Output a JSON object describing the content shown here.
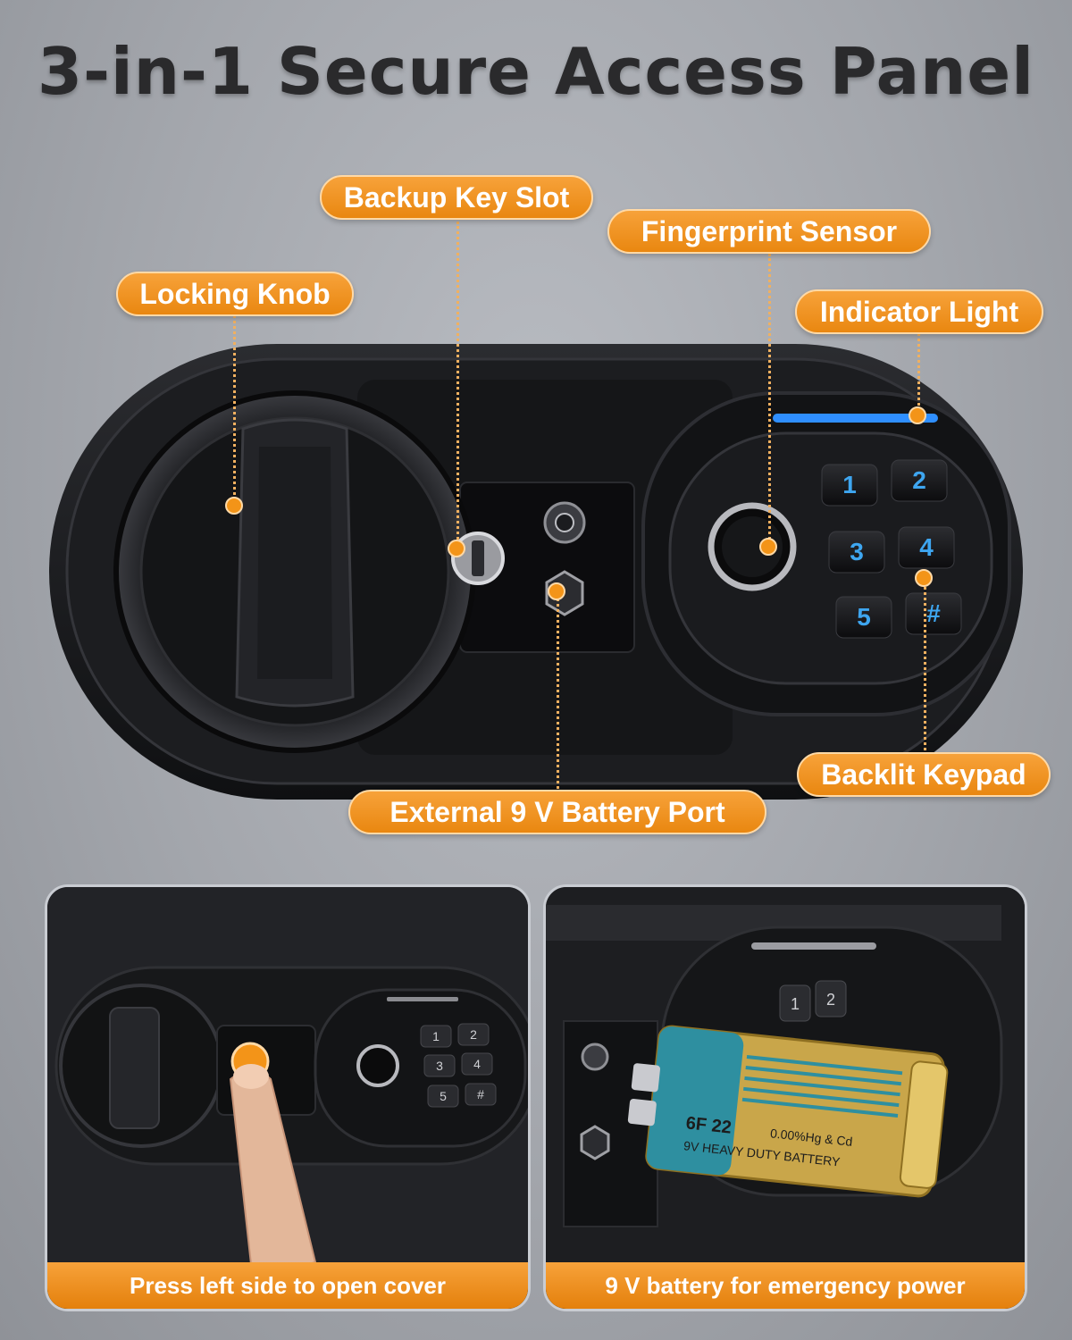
{
  "title": "3-in-1 Secure Access Panel",
  "labels": {
    "backup_key_slot": "Backup Key Slot",
    "fingerprint_sensor": "Fingerprint Sensor",
    "locking_knob": "Locking Knob",
    "indicator_light": "Indicator Light",
    "backlit_keypad": "Backlit Keypad",
    "battery_port": "External 9 V Battery Port"
  },
  "keypad": {
    "keys": [
      "1",
      "2",
      "3",
      "4",
      "5",
      "#"
    ]
  },
  "battery": {
    "model": "6F 22",
    "composition": "0.00%Hg & Cd",
    "type": "9V HEAVY DUTY BATTERY"
  },
  "captions": {
    "left": "Press left side to open cover",
    "right": "9 V battery for emergency power"
  },
  "colors": {
    "accent": "#F39418",
    "key_digit": "#3EA6F0",
    "indicator": "#2F8FFF"
  }
}
